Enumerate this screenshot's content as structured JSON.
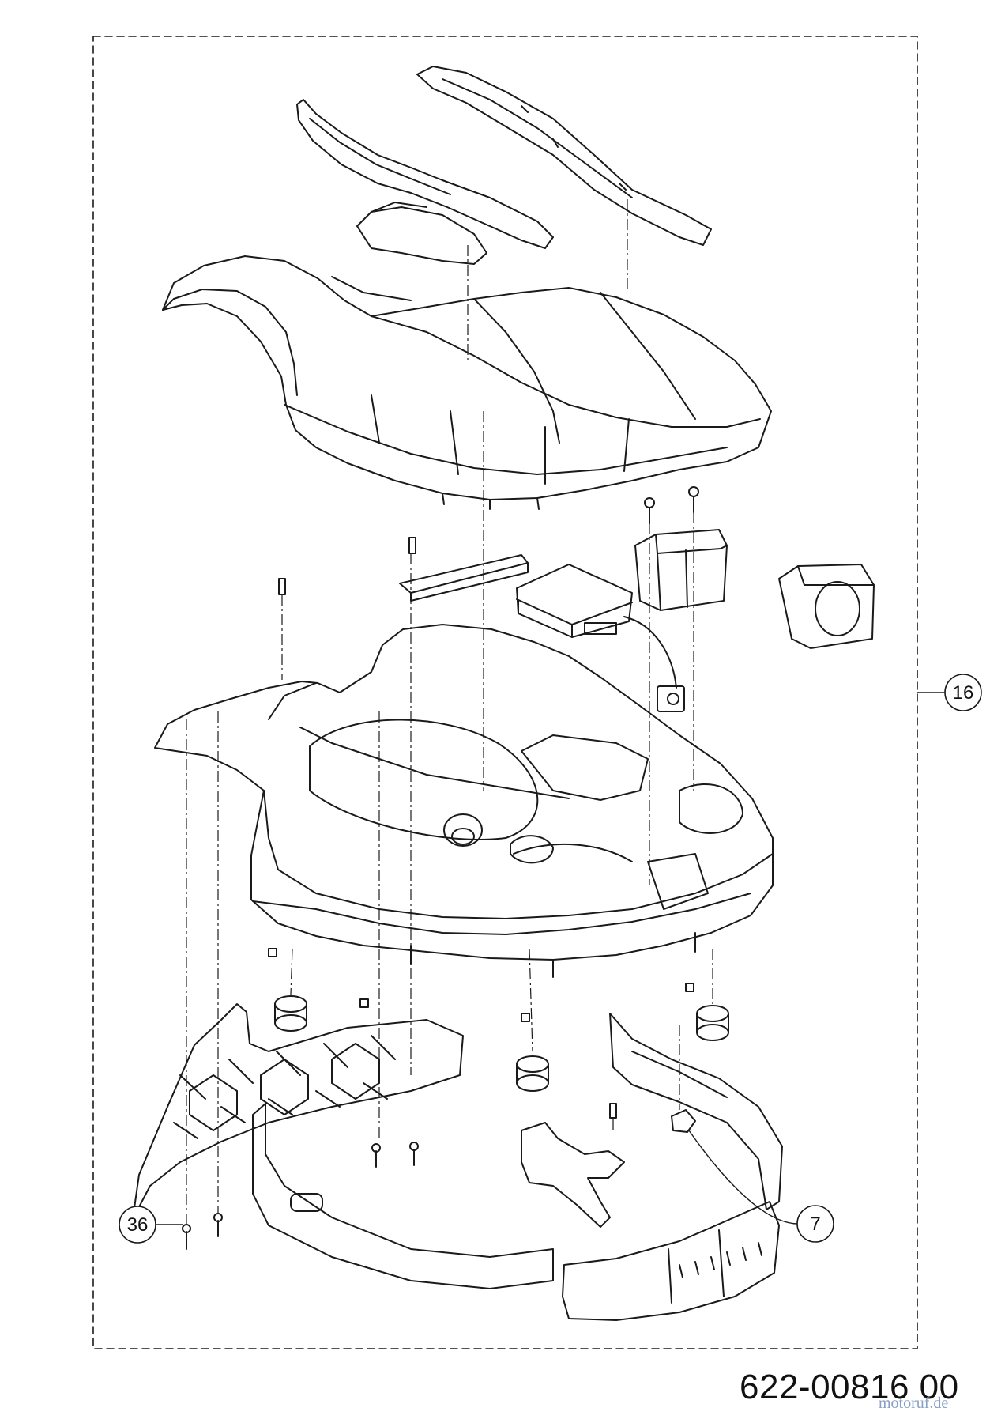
{
  "callouts": [
    {
      "id": "16",
      "label": "16"
    },
    {
      "id": "36",
      "label": "36"
    },
    {
      "id": "7",
      "label": "7"
    }
  ],
  "drawing_number": "622-00816 00",
  "watermark": "motoruf.de"
}
